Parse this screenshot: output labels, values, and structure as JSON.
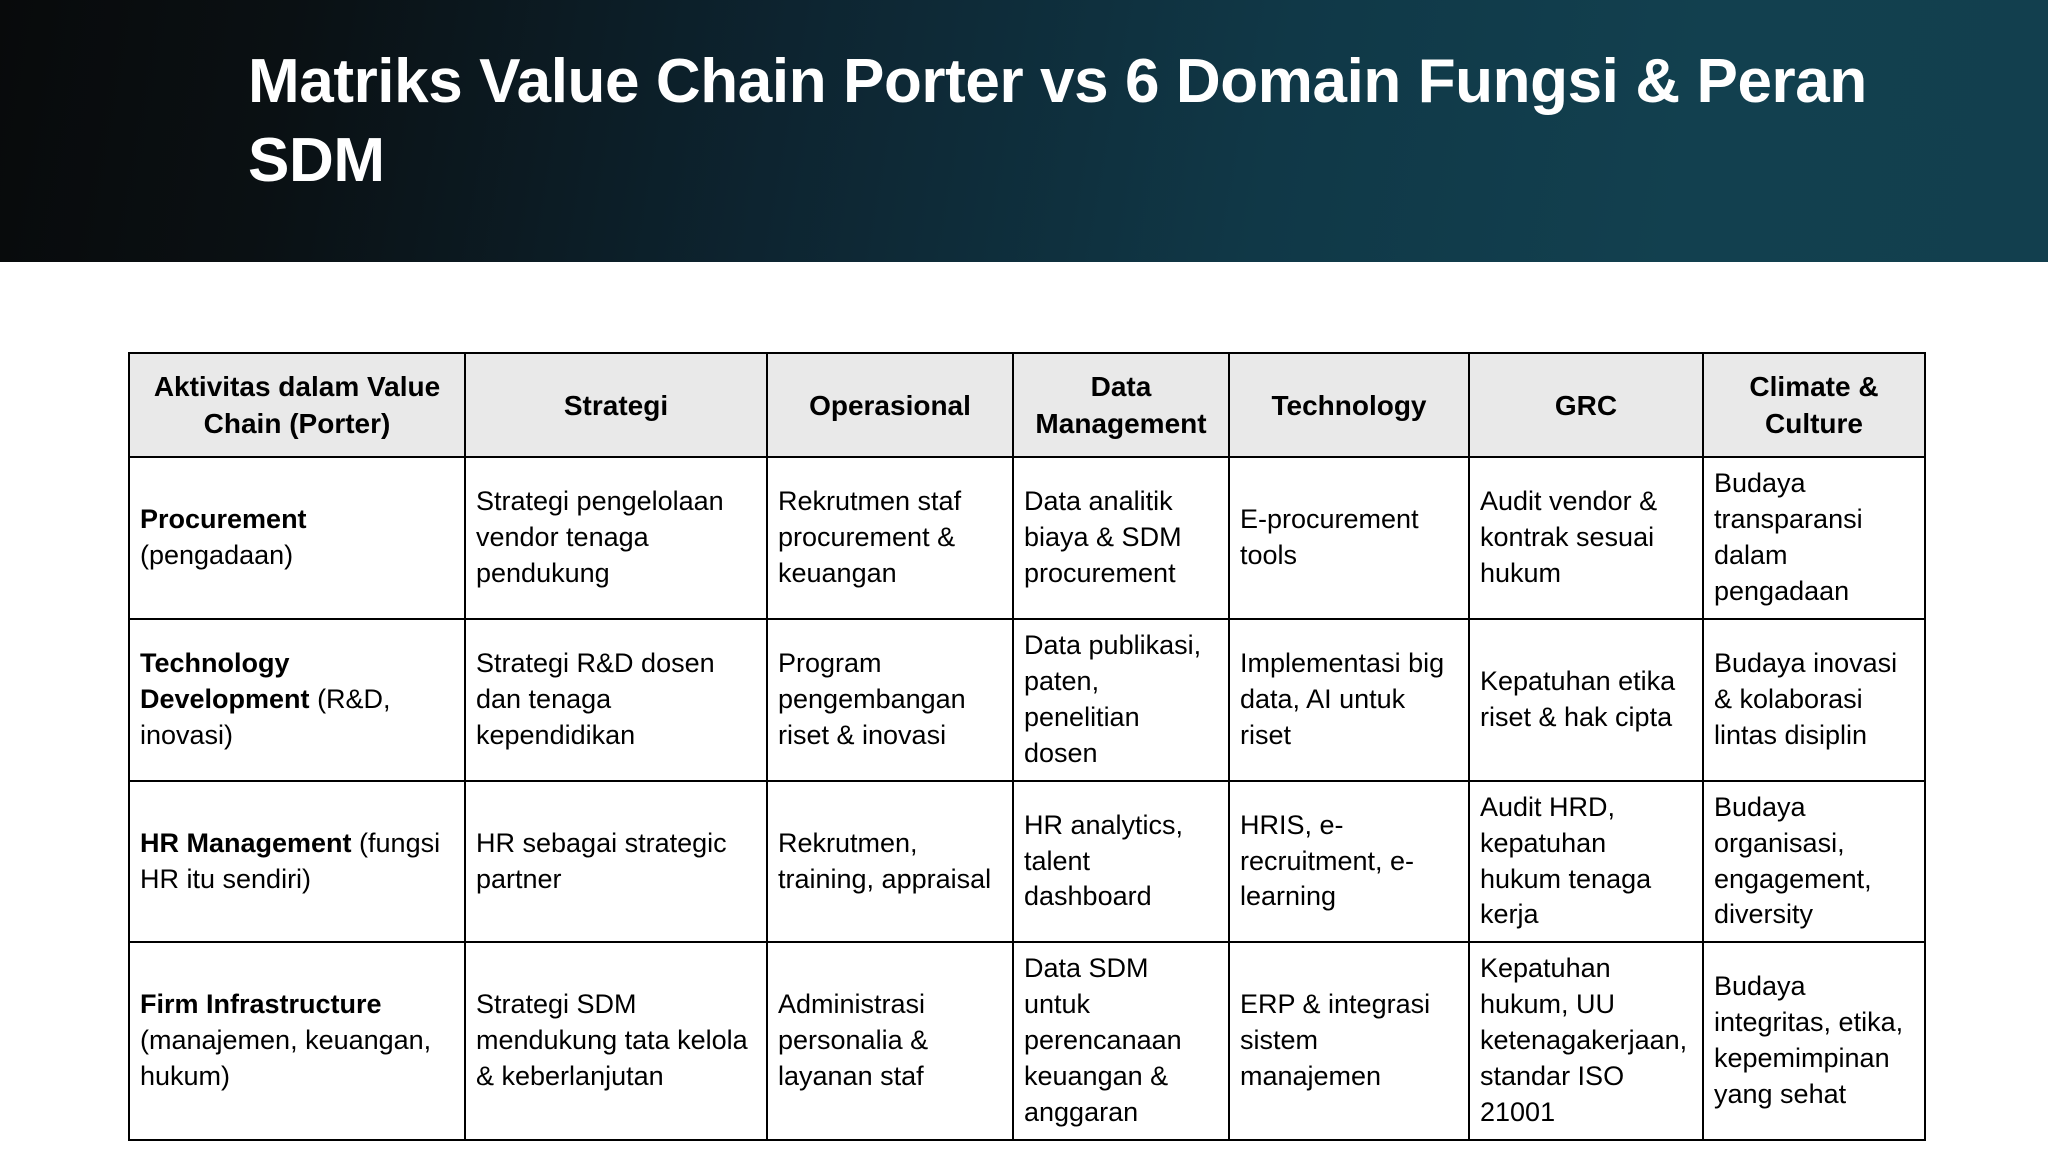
{
  "slide": {
    "title": "Matriks Value Chain Porter vs 6 Domain Fungsi & Peran SDM",
    "banner_gradient_from": "#080a0b",
    "banner_gradient_to": "#123f4e",
    "header_fill": "#e9e9e9",
    "border_color": "#000000",
    "background": "#ffffff"
  },
  "table": {
    "columns": [
      "Aktivitas dalam Value Chain (Porter)",
      "Strategi",
      "Operasional",
      "Data Management",
      "Technology",
      "GRC",
      "Climate & Culture"
    ],
    "rows": [
      {
        "activity_bold": "Procurement",
        "activity_sub": "(pengadaan)",
        "strategi": "Strategi pengelolaan vendor tenaga pendukung",
        "operasional": "Rekrutmen staf procurement & keuangan",
        "data_management": "Data analitik biaya & SDM procurement",
        "technology": "E-procurement tools",
        "grc": "Audit vendor & kontrak sesuai hukum",
        "climate_culture": "Budaya transparansi dalam pengadaan"
      },
      {
        "activity_bold": "Technology Development",
        "activity_sub": "(R&D, inovasi)",
        "strategi": "Strategi R&D dosen dan tenaga kependidikan",
        "operasional": "Program pengembangan riset & inovasi",
        "data_management": "Data publikasi, paten, penelitian dosen",
        "technology": "Implementasi big data, AI untuk riset",
        "grc": "Kepatuhan etika riset & hak cipta",
        "climate_culture": "Budaya inovasi & kolaborasi lintas disiplin"
      },
      {
        "activity_bold": "HR Management",
        "activity_sub": "(fungsi HR itu sendiri)",
        "strategi": "HR sebagai strategic partner",
        "operasional": "Rekrutmen, training, appraisal",
        "data_management": "HR analytics, talent dashboard",
        "technology": "HRIS, e-recruitment, e-learning",
        "grc": "Audit HRD, kepatuhan hukum tenaga kerja",
        "climate_culture": "Budaya organisasi, engagement, diversity"
      },
      {
        "activity_bold": "Firm Infrastructure",
        "activity_sub": "(manajemen, keuangan, hukum)",
        "strategi": "Strategi SDM mendukung tata kelola & keberlanjutan",
        "operasional": "Administrasi personalia & layanan staf",
        "data_management": "Data SDM untuk perencanaan keuangan & anggaran",
        "technology": "ERP & integrasi sistem manajemen",
        "grc": "Kepatuhan hukum, UU ketenagakerjaan, standar ISO 21001",
        "climate_culture": "Budaya integritas, etika, kepemimpinan yang sehat"
      }
    ]
  }
}
